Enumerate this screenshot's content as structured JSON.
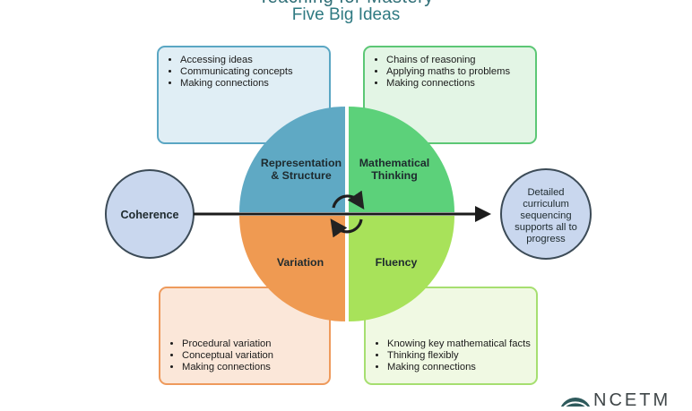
{
  "header": {
    "title": "Teaching for Mastery",
    "subtitle": "Five Big Ideas"
  },
  "quadrants": {
    "top_left": {
      "label_line1": "Representation",
      "label_line2": "& Structure",
      "color": "#5fa9c4"
    },
    "top_right": {
      "label_line1": "Mathematical",
      "label_line2": "Thinking",
      "color": "#5cd17a"
    },
    "bottom_left": {
      "label": "Variation",
      "color": "#ef9a52"
    },
    "bottom_right": {
      "label": "Fluency",
      "color": "#a8e25a"
    }
  },
  "coherence": {
    "label": "Coherence",
    "color": "#c9d7ee"
  },
  "outcome": {
    "line1": "Detailed",
    "line2": "curriculum",
    "line3": "sequencing",
    "line4": "supports all to",
    "line5": "progress",
    "color": "#c9d7ee"
  },
  "boxes": {
    "representation": [
      "Accessing ideas",
      "Communicating concepts",
      "Making connections"
    ],
    "thinking": [
      "Chains of reasoning",
      "Applying maths to problems",
      "Making connections"
    ],
    "variation": [
      "Procedural variation",
      "Conceptual variation",
      "Making connections"
    ],
    "fluency": [
      "Knowing key mathematical facts",
      "Thinking flexibly",
      "Making connections"
    ]
  },
  "icons": {
    "cycle": "circular-arrows-icon",
    "arrow": "arrow-right-icon",
    "logo": "ncetm-logo-icon"
  },
  "logo": {
    "text": "NCETM"
  }
}
